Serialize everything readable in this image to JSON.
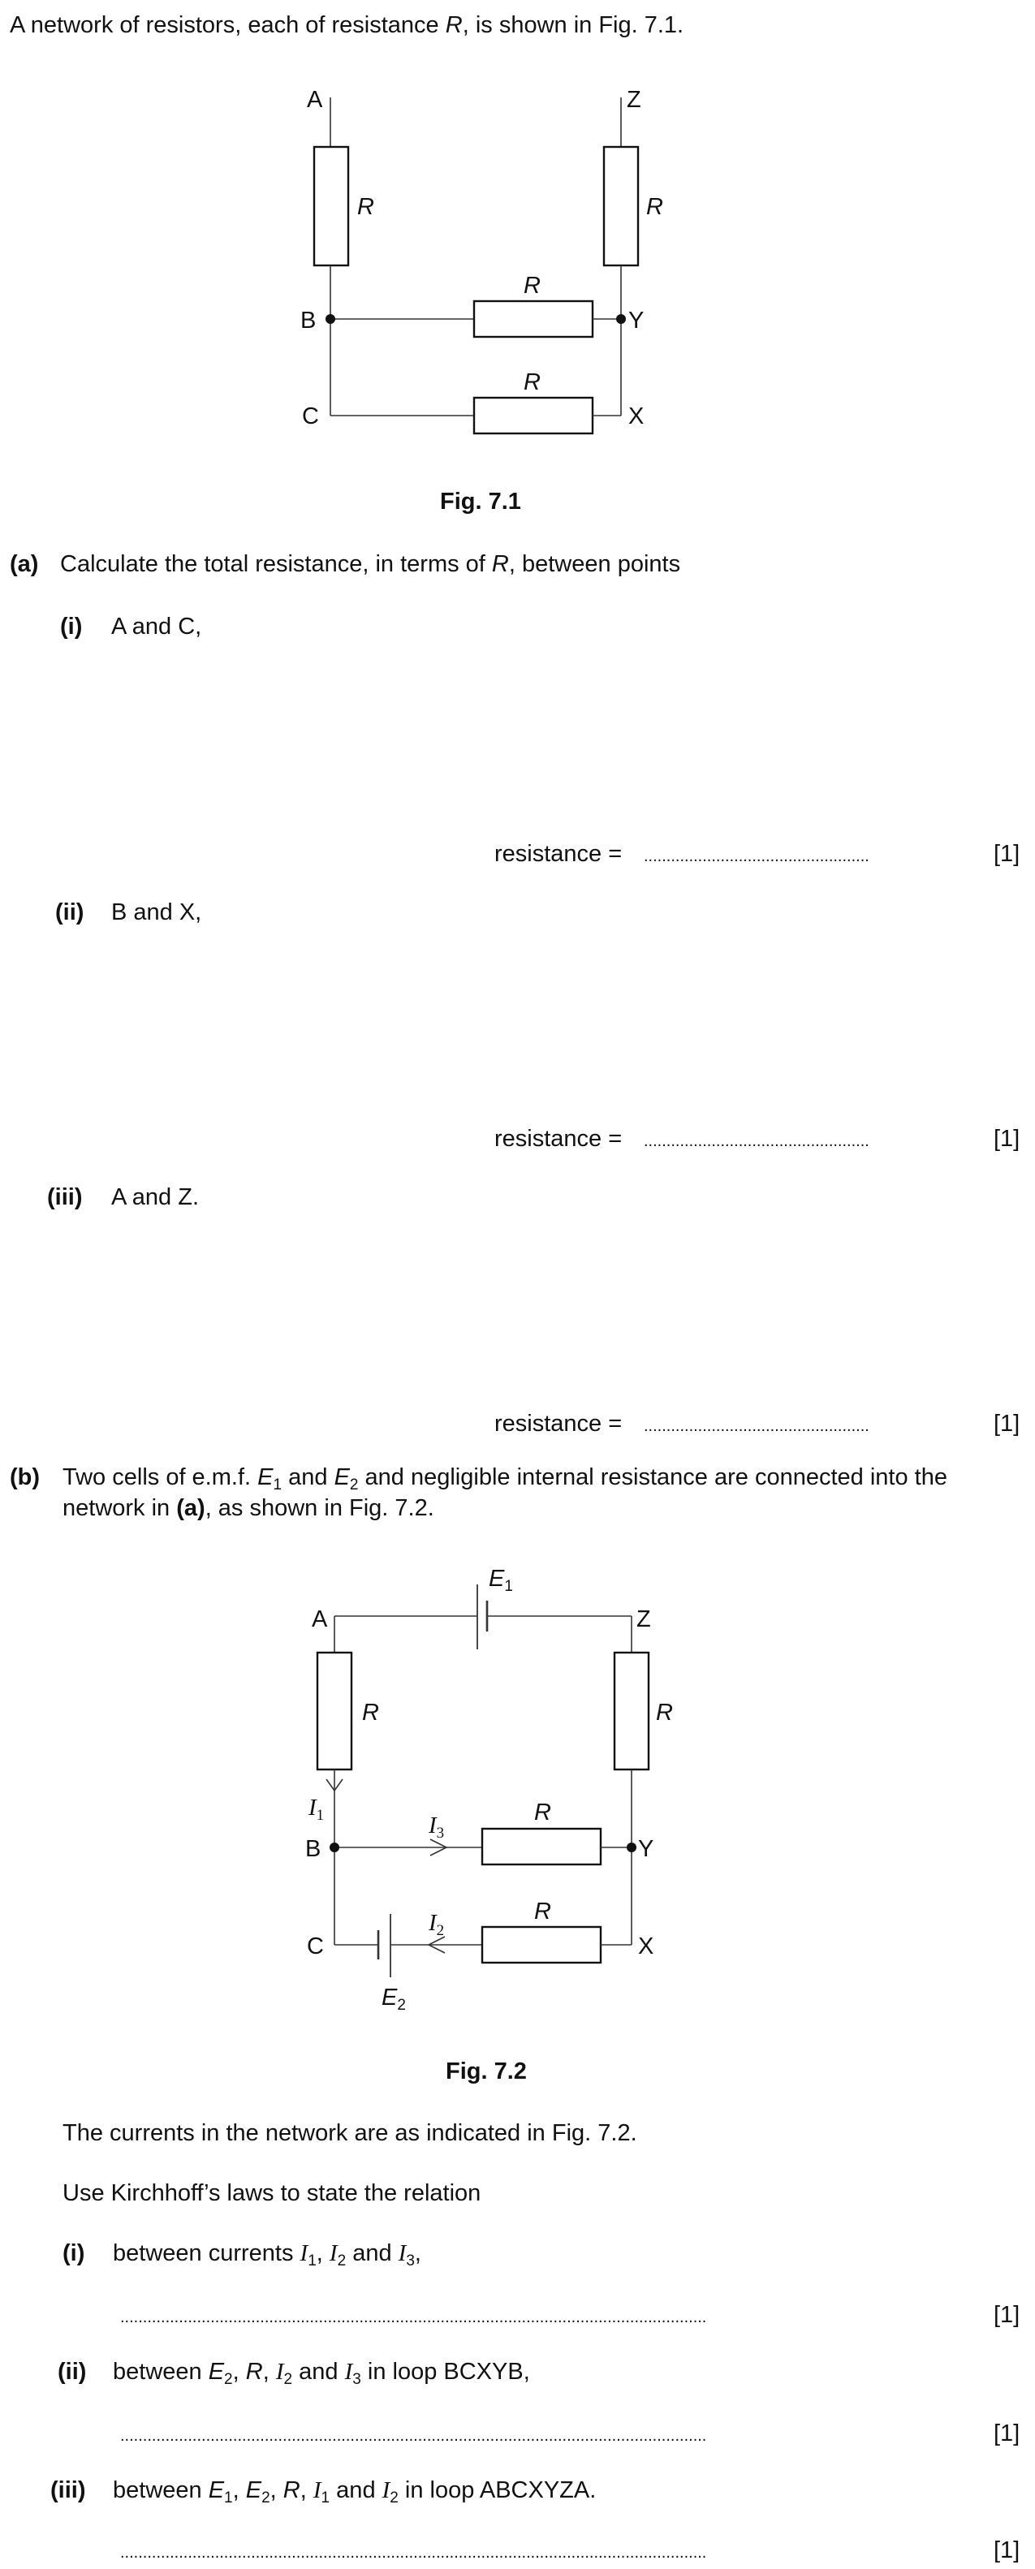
{
  "intro": {
    "text_a": "A network of resistors, each of resistance ",
    "text_r": "R",
    "text_b": ", is shown in Fig. 7.1."
  },
  "fig1": {
    "caption": "Fig. 7.1",
    "labels": {
      "A": "A",
      "Z": "Z",
      "B": "B",
      "Y": "Y",
      "C": "C",
      "X": "X"
    },
    "resistor_label": "R"
  },
  "part_a": {
    "label": "(a)",
    "text_a": "Calculate the total resistance, in terms of ",
    "text_r": "R",
    "text_b": ", between points",
    "items": [
      {
        "label": "(i)",
        "text": "A and C,"
      },
      {
        "label": "(ii)",
        "text": "B and X,"
      },
      {
        "label": "(iii)",
        "text": "A and Z."
      }
    ],
    "answer_label": "resistance =",
    "answer_dots": "..................................................",
    "marks": "[1]"
  },
  "part_b": {
    "label": "(b)",
    "line1_a": "Two cells of e.m.f. ",
    "line1_e": "E",
    "line1_s1": "1",
    "line1_and": " and ",
    "line1_s2": "2",
    "line1_b": " and negligible internal resistance are connected into the",
    "line2_a": "network in ",
    "line2_bold": "(a)",
    "line2_b": ", as shown in Fig. 7.2.",
    "intro1": "The currents in the network are as indicated in Fig. 7.2.",
    "intro2": "Use Kirchhoff’s laws to state the relation",
    "items": [
      {
        "label": "(i)",
        "text_a": "between currents ",
        "text_b": " and ",
        "end": ","
      },
      {
        "label": "(ii)",
        "text_a": "between ",
        "text_b": " in loop BCXYB,"
      },
      {
        "label": "(iii)",
        "text_a": "between ",
        "text_b": " in loop ABCXYZA."
      }
    ],
    "answer_dots": "..................................................................................................................................",
    "marks": "[1]"
  },
  "fig2": {
    "caption": "Fig. 7.2",
    "labels": {
      "A": "A",
      "Z": "Z",
      "B": "B",
      "Y": "Y",
      "C": "C",
      "X": "X"
    },
    "resistor_label": "R",
    "emf_symbol": "E",
    "current_symbol": "I",
    "sub1": "1",
    "sub2": "2",
    "sub3": "3"
  }
}
